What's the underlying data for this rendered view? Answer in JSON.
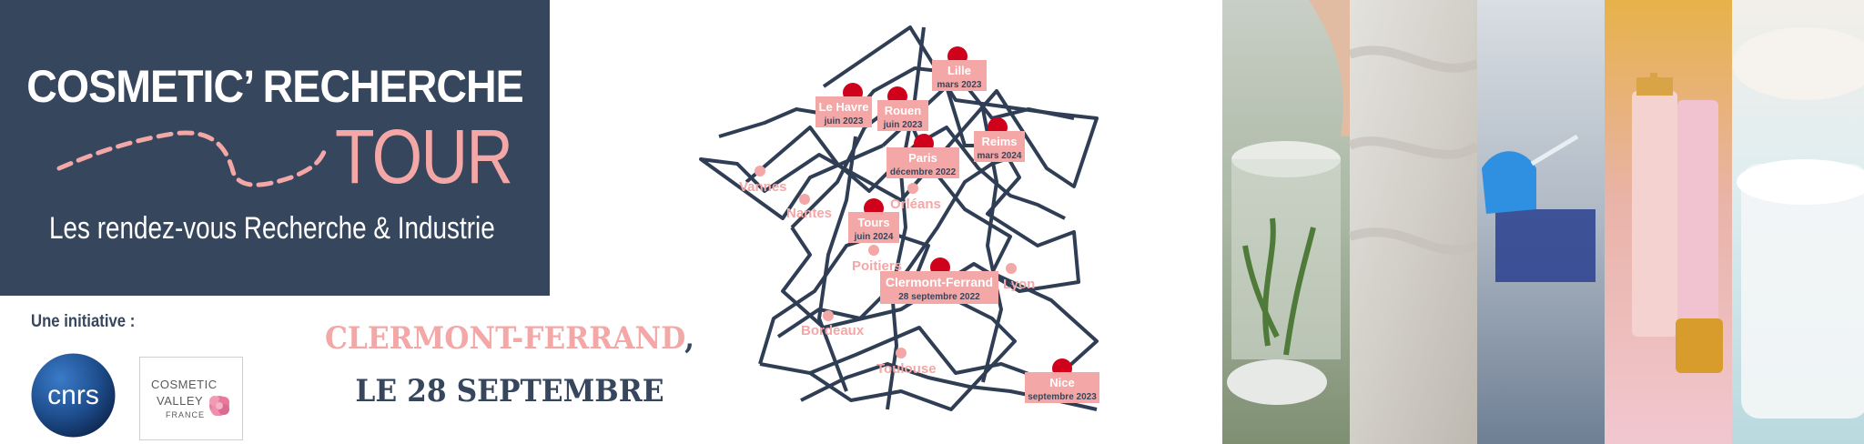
{
  "header": {
    "title_line1": "COSMETIC’ RECHERCHE",
    "title_line2": "TOUR",
    "tagline": "Les rendez-vous Recherche & Industrie"
  },
  "partners": {
    "intro": "Une initiative :",
    "cnrs": {
      "icon": "cnrs-logo",
      "text": "cnrs"
    },
    "cosmetic_valley": {
      "icon": "cosmetic-valley-logo",
      "line1": "COSMETIC",
      "line2": "VALLEY",
      "line3": "FRANCE"
    }
  },
  "event": {
    "city": "CLERMONT-FERRAND",
    "comma": ",",
    "date": "LE 28 SEPTEMBRE"
  },
  "map": {
    "tour_stops": [
      {
        "city": "Lille",
        "date": "mars 2023"
      },
      {
        "city": "Le Havre",
        "date": "juin 2023"
      },
      {
        "city": "Rouen",
        "date": "juin 2023"
      },
      {
        "city": "Reims",
        "date": "mars 2024"
      },
      {
        "city": "Paris",
        "date": "décembre 2022"
      },
      {
        "city": "Tours",
        "date": "juin 2024"
      },
      {
        "city": "Clermont-Ferrand",
        "date": "28 septembre 2022"
      },
      {
        "city": "Nice",
        "date": "septembre 2023"
      }
    ],
    "other_cities": [
      "Vannes",
      "Nantes",
      "Orléans",
      "Poitiers",
      "Lyon",
      "Bordeaux",
      "Toulouse"
    ],
    "colors": {
      "line": "#2f3e54",
      "label_bg": "#f3a7a6",
      "pin": "#d0021b",
      "city_text": "#f3a7a6"
    }
  },
  "photos": [
    "lab-plant-jar-photo",
    "powder-texture-photo",
    "lab-pipette-photo",
    "cosmetic-tube-photo",
    "cream-jar-photo"
  ],
  "colors": {
    "navy": "#36465d",
    "pink": "#f3a7a6",
    "white": "#ffffff"
  }
}
